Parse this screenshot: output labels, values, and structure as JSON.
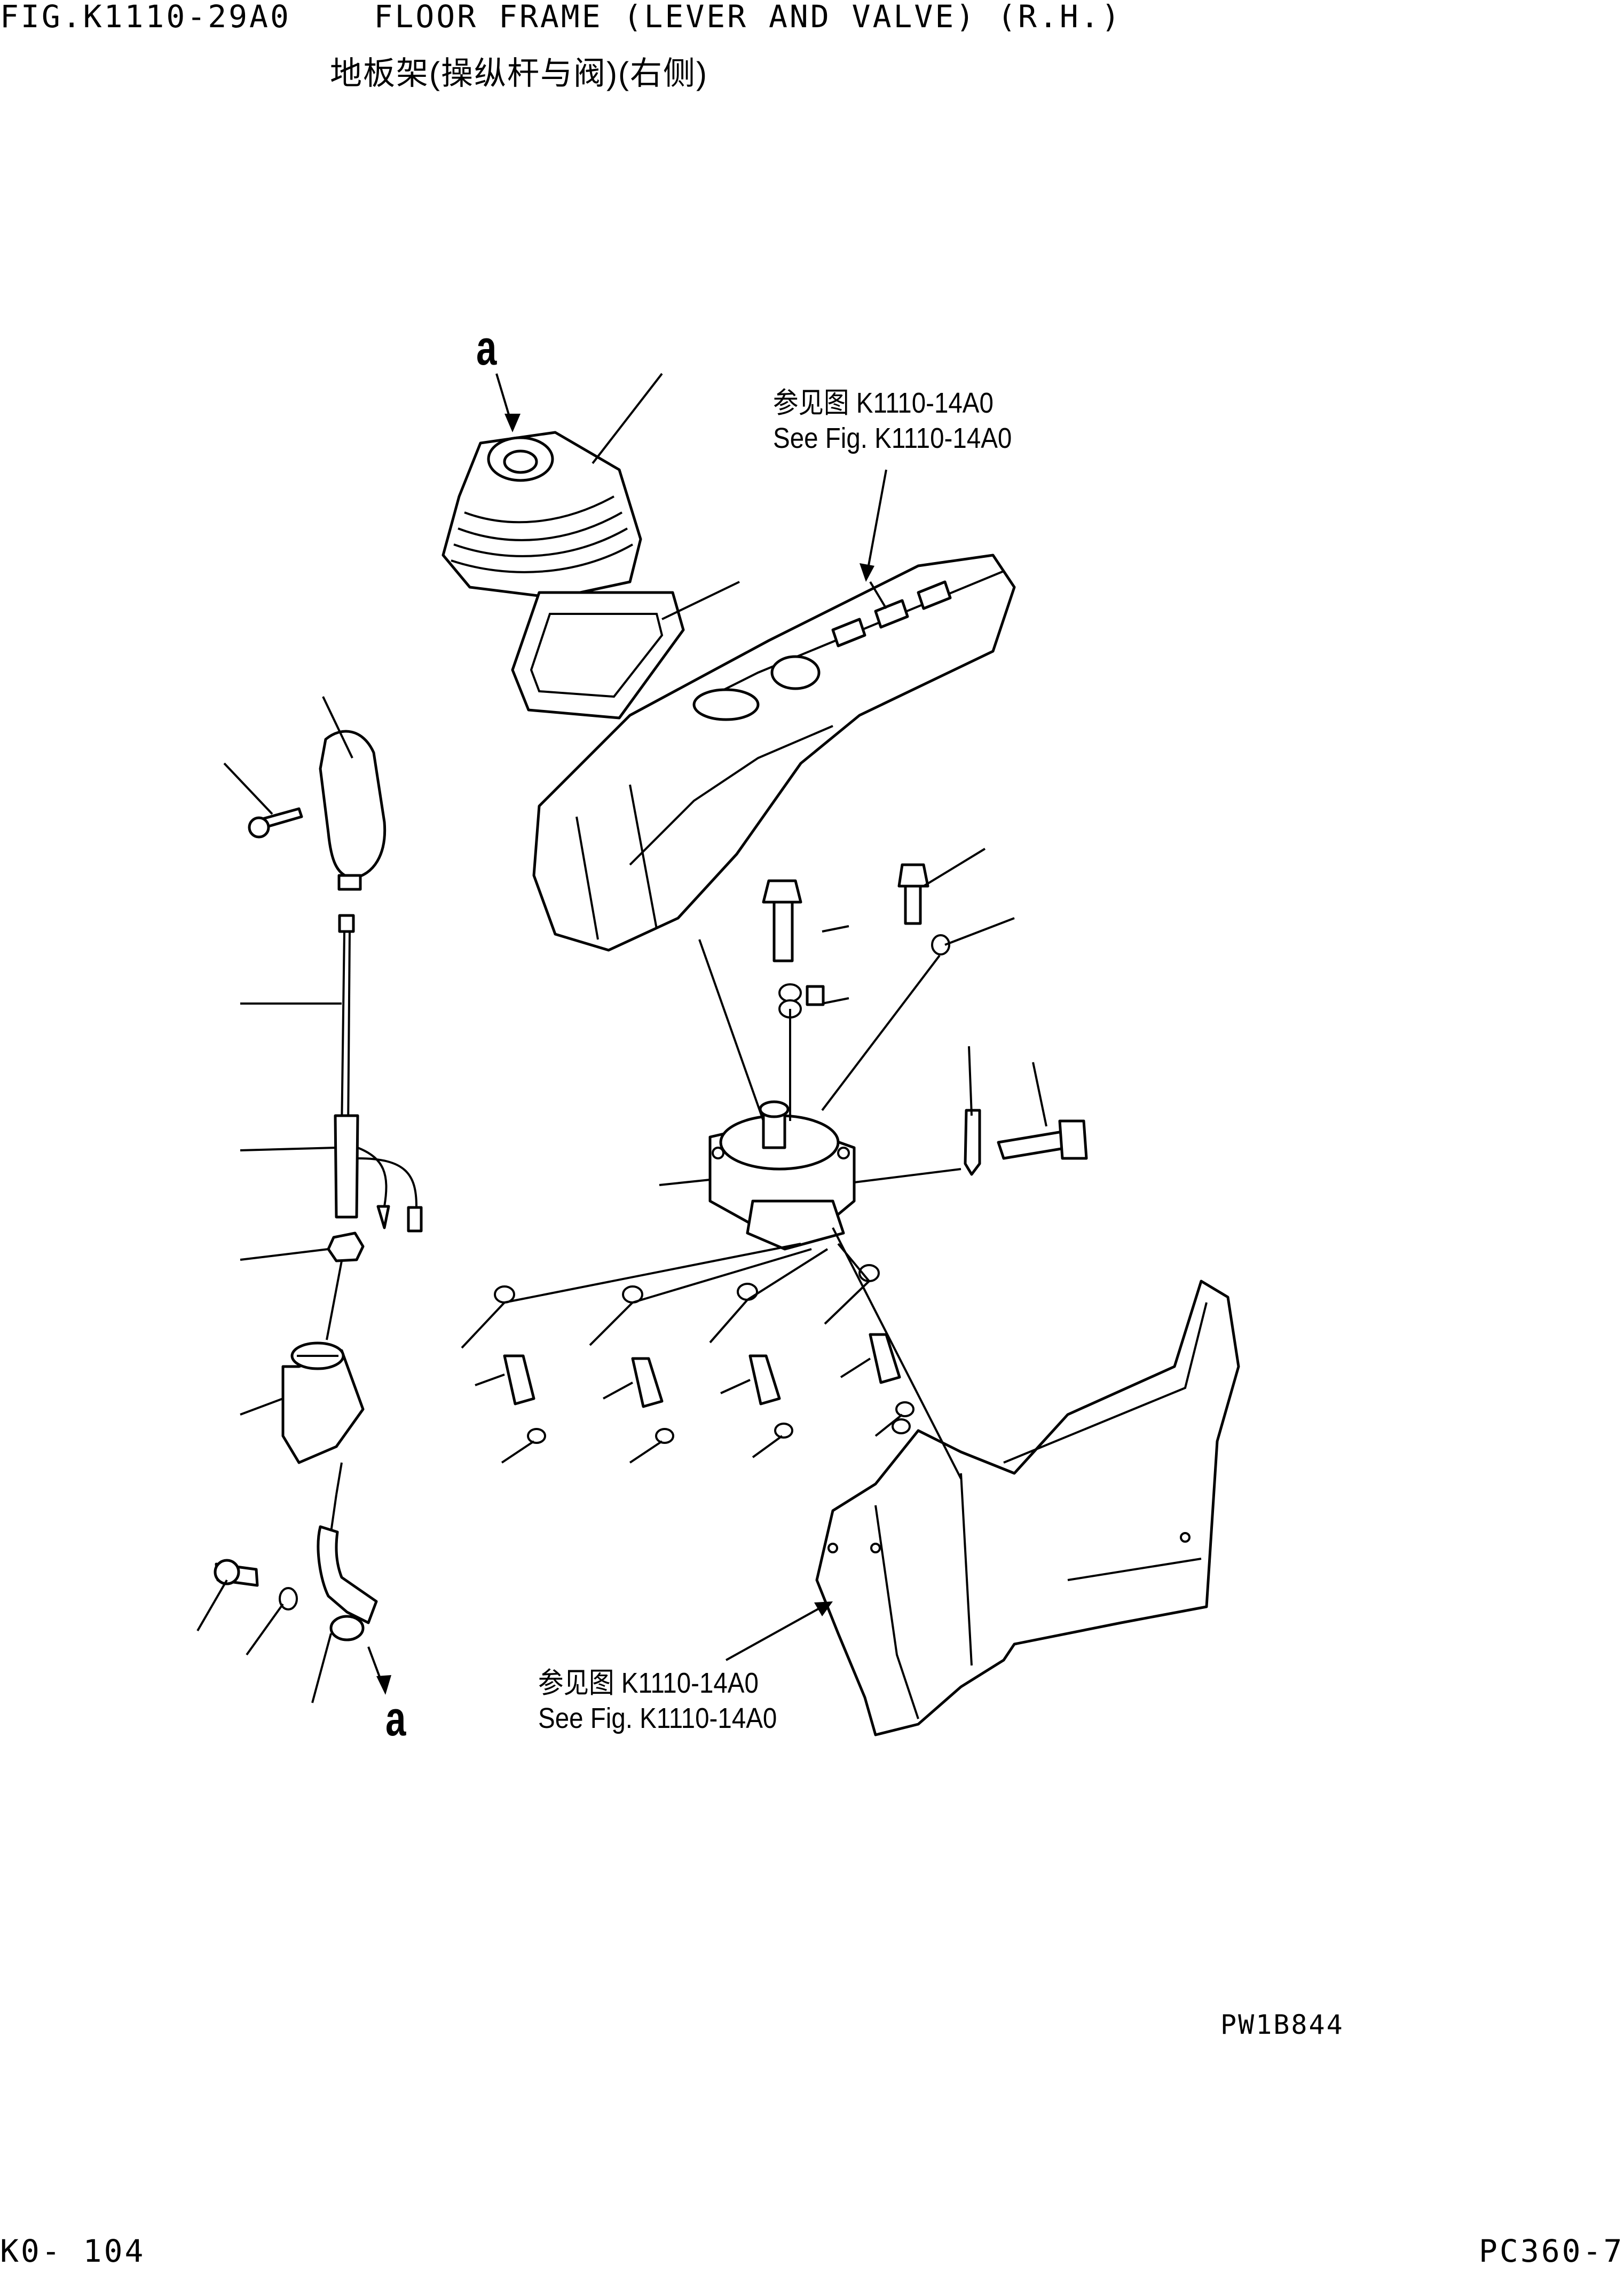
{
  "header": {
    "figure_title": "FIG.K1110-29A0    FLOOR FRAME (LEVER AND VALVE) (R.H.)",
    "figure_subtitle": "地板架(操纵杆与阀)(右侧)"
  },
  "reference_notes": [
    {
      "cn": "参见图 K1110-14A0",
      "en": "See Fig. K1110-14A0"
    },
    {
      "cn": "参见图 K1110-14A0",
      "en": "See Fig. K1110-14A0"
    }
  ],
  "markers": {
    "top": "a",
    "bottom": "a"
  },
  "footer": {
    "drawing_id": "PW1B844",
    "page": "K0- 104",
    "model": "PC360-7"
  }
}
